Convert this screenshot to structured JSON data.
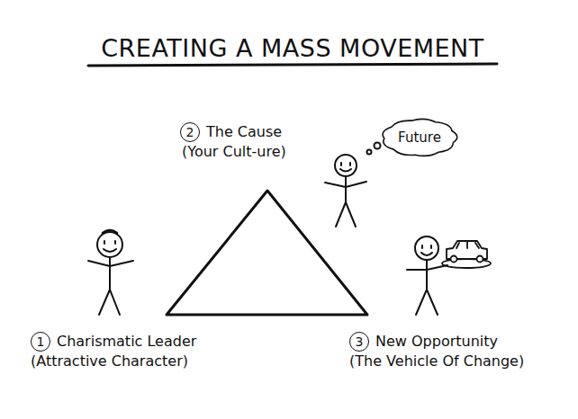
{
  "diagram": {
    "title": "CREATING A MASS MOVEMENT",
    "nodes": [
      {
        "text": [
          "Future"
        ]
      }
    ],
    "labels": [
      "1",
      "Charismatic Leader",
      "(Attractive Character)",
      "2",
      "The Cause",
      "(Your Cult-ure)",
      "3",
      "New Opportunity",
      "(The Vehicle Of Change)"
    ]
  }
}
